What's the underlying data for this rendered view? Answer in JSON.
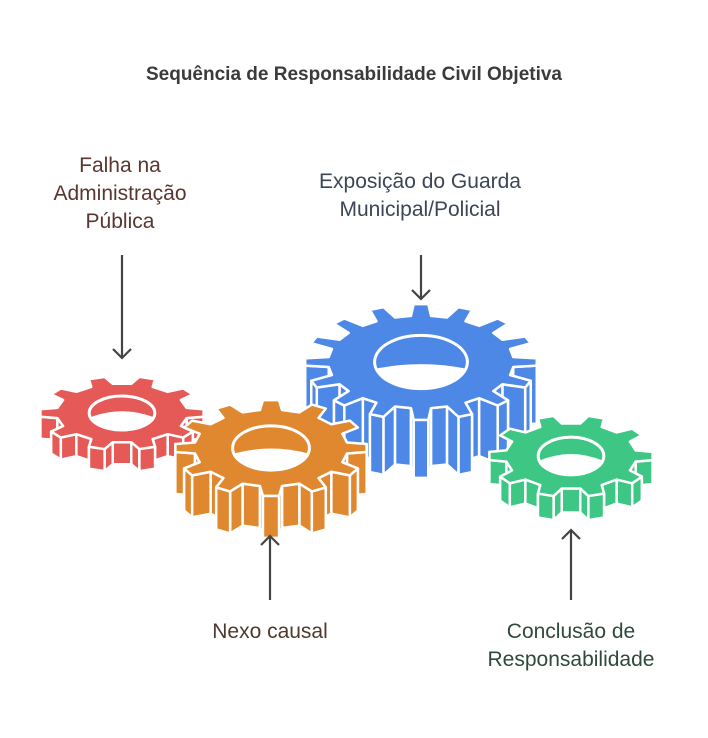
{
  "title": "Sequência de Responsabilidade Civil Objetiva",
  "gears": [
    {
      "id": "blue",
      "label": "Exposição do Guarda Municipal/Policial",
      "label_lines": [
        "Exposição do Guarda",
        "Municipal/Policial"
      ],
      "color": "#4e88e6",
      "text_color": "#3c4656",
      "teeth": 16
    },
    {
      "id": "red",
      "label": "Falha na Administração Pública",
      "label_lines": [
        "Falha na",
        "Administração",
        "Pública"
      ],
      "color": "#e55a57",
      "text_color": "#5a3630",
      "teeth": 10
    },
    {
      "id": "orange",
      "label": "Nexo causal",
      "label_lines": [
        "Nexo causal"
      ],
      "color": "#e08830",
      "text_color": "#4e3a2c",
      "teeth": 12
    },
    {
      "id": "green",
      "label": "Conclusão de Responsabilidade",
      "label_lines": [
        "Conclusão de",
        "Responsabilidade"
      ],
      "color": "#3ec684",
      "text_color": "#2f4a3c",
      "teeth": 10
    }
  ],
  "arrow_color": "#444444"
}
